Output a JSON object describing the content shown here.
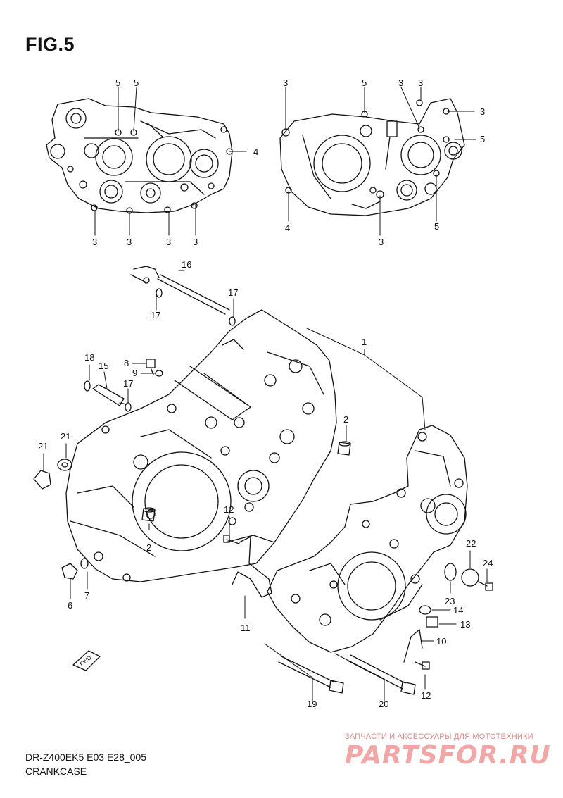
{
  "figure": {
    "title": "FIG.5"
  },
  "callouts": {
    "c1": "1",
    "c2a": "2",
    "c2b": "2",
    "c3a": "3",
    "c3b": "3",
    "c3c": "3",
    "c3d": "3",
    "c3e": "3",
    "c3f": "3",
    "c3g": "3",
    "c3h": "3",
    "c3i": "3",
    "c4a": "4",
    "c4b": "4",
    "c5a": "5",
    "c5b": "5",
    "c5c": "5",
    "c5d": "5",
    "c5e": "5",
    "c6": "6",
    "c7": "7",
    "c8": "8",
    "c9": "9",
    "c10": "10",
    "c11": "11",
    "c12a": "12",
    "c12b": "12",
    "c13": "13",
    "c14": "14",
    "c15": "15",
    "c16": "16",
    "c17a": "17",
    "c17b": "17",
    "c17c": "17",
    "c18": "18",
    "c19": "19",
    "c20": "20",
    "c21a": "21",
    "c21b": "21",
    "c22": "22",
    "c23": "23",
    "c24": "24"
  },
  "fwd_label": "FWD",
  "footer": {
    "model_code": "DR-Z400EK5 E03 E28_005",
    "section_name": "CRANKCASE"
  },
  "watermark": {
    "subtitle": "ЗАПЧАСТИ И АКСЕССУАРЫ ДЛЯ МОТОТЕХНИКИ",
    "logo": "PARTSFOR.RU"
  }
}
